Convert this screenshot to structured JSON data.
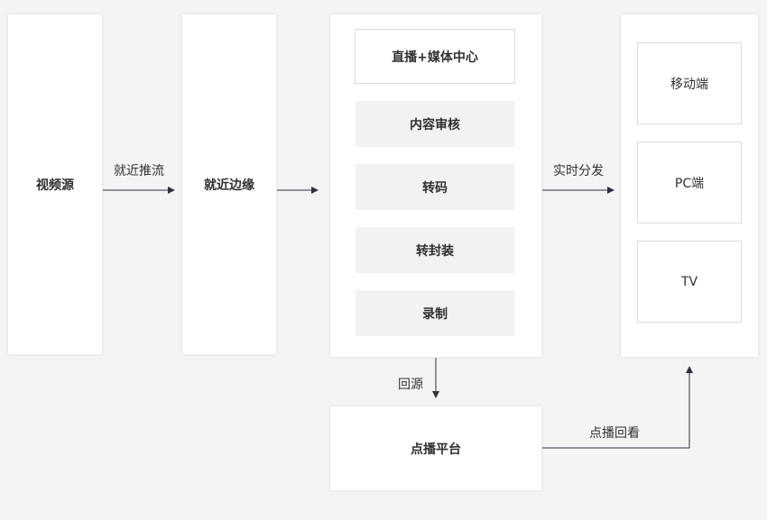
{
  "nodes": {
    "video_source": "视频源",
    "edge": "就近边缘",
    "live_center": "直播+媒体中心",
    "vod_platform": "点播平台"
  },
  "center_modules": [
    "内容审核",
    "转码",
    "转封装",
    "录制"
  ],
  "devices": [
    "移动端",
    "PC端",
    "TV"
  ],
  "edges": {
    "push": "就近推流",
    "distribute": "实时分发",
    "back_to_origin": "回源",
    "vod_replay": "点播回看"
  },
  "colors": {
    "background": "#f4f4f4",
    "box": "#ffffff",
    "module_fill": "#f2f2f2",
    "line": "#2f3140"
  }
}
